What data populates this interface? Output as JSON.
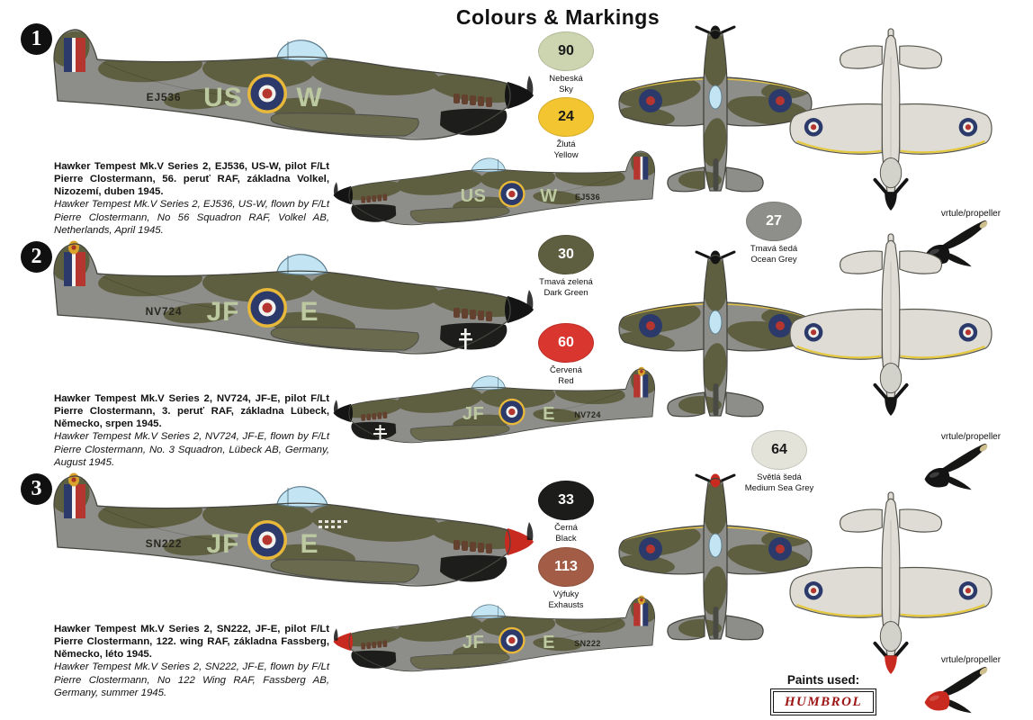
{
  "title": "Colours & Markings",
  "schemes": [
    {
      "number": "1",
      "code_left": "US",
      "code_right": "W",
      "serial": "EJ536",
      "caption_cz": "Hawker Tempest Mk.V Series 2, EJ536, US-W, pilot F/Lt Pierre Clostermann, 56. peruť RAF, základna Volkel, Nizozemí, duben 1945.",
      "caption_en": "Hawker Tempest Mk.V Series 2, EJ536, US-W, flown by F/Lt Pierre Clostermann, No 56 Squadron RAF, Volkel AB, Netherlands, April 1945."
    },
    {
      "number": "2",
      "code_left": "JF",
      "code_right": "E",
      "serial": "NV724",
      "caption_cz": "Hawker Tempest Mk.V Series 2, NV724, JF-E, pilot F/Lt Pierre Clostermann, 3. peruť RAF, základna Lübeck, Německo, srpen 1945.",
      "caption_en": "Hawker Tempest Mk.V Series 2, NV724, JF-E, flown by F/Lt Pierre Clostermann, No. 3 Squadron, Lübeck AB, Germany, August 1945."
    },
    {
      "number": "3",
      "code_left": "JF",
      "code_right": "E",
      "serial": "SN222",
      "caption_cz": "Hawker Tempest Mk.V Series 2, SN222, JF-E, pilot F/Lt Pierre Clostermann, 122. wing RAF, základna Fassberg, Německo, léto 1945.",
      "caption_en": "Hawker Tempest Mk.V Series 2, SN222, JF-E, flown by F/Lt Pierre Clostermann, No 122 Wing RAF, Fassberg AB, Germany, summer 1945."
    }
  ],
  "paints": [
    {
      "number": "90",
      "name_cz": "Nebeská",
      "name_en": "Sky",
      "hex": "#ccd4b0",
      "text": "#1a1a1a"
    },
    {
      "number": "24",
      "name_cz": "Žlutá",
      "name_en": "Yellow",
      "hex": "#f3c531",
      "text": "#1a1a1a"
    },
    {
      "number": "27",
      "name_cz": "Tmavá šedá",
      "name_en": "Ocean Grey",
      "hex": "#8e8e8a",
      "text": "#ffffff"
    },
    {
      "number": "30",
      "name_cz": "Tmavá zelená",
      "name_en": "Dark Green",
      "hex": "#5e5e40",
      "text": "#ffffff"
    },
    {
      "number": "60",
      "name_cz": "Červená",
      "name_en": "Red",
      "hex": "#d8362e",
      "text": "#ffffff"
    },
    {
      "number": "64",
      "name_cz": "Světlá šedá",
      "name_en": "Medium Sea Grey",
      "hex": "#e3e3da",
      "text": "#1a1a1a"
    },
    {
      "number": "33",
      "name_cz": "Černá",
      "name_en": "Black",
      "hex": "#1c1c1a",
      "text": "#ffffff"
    },
    {
      "number": "113",
      "name_cz": "Výfuky",
      "name_en": "Exhausts",
      "hex": "#a35c46",
      "text": "#ffffff"
    }
  ],
  "labels": {
    "propeller": "vrtule/propeller",
    "paints_used": "Paints used:",
    "brand": "HUMBROL"
  }
}
